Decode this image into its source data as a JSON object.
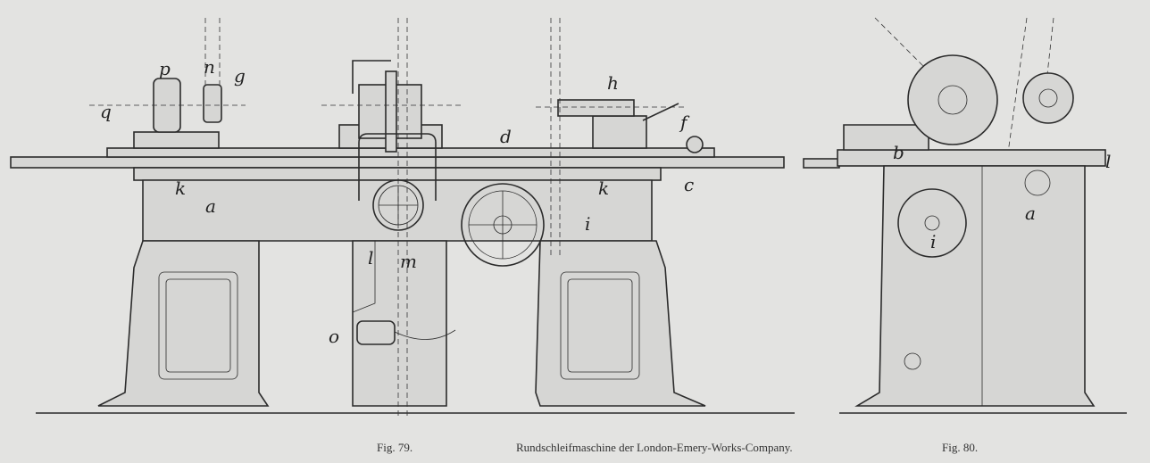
{
  "captions": {
    "fig79": "Fig. 79.",
    "title": "Rundschleifmaschine der London-Emery-Works-Company.",
    "fig80": "Fig. 80."
  },
  "fig79_labels": {
    "p": "p",
    "n": "n",
    "g": "g",
    "q": "q",
    "h": "h",
    "f": "f",
    "d": "d",
    "k1": "k",
    "k2": "k",
    "a": "a",
    "c": "c",
    "l": "l",
    "m": "m",
    "i": "i",
    "o": "o"
  },
  "fig80_labels": {
    "b": "b",
    "l": "l",
    "a": "a",
    "i": "i"
  }
}
